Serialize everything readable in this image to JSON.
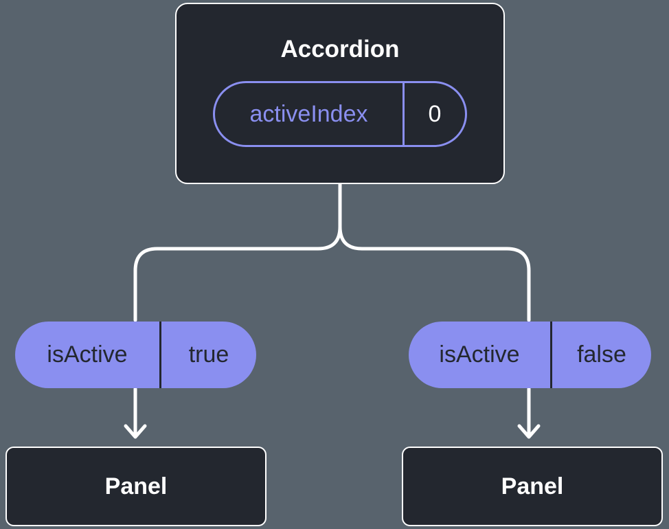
{
  "colors": {
    "background": "#58636D",
    "node_fill": "#23272F",
    "node_border": "#FFFFFF",
    "accent_purple": "#8A8FF0",
    "pill_dark_text": "#23272F",
    "connector_line": "#FFFFFF"
  },
  "tree": {
    "root": {
      "title": "Accordion",
      "state": {
        "name": "activeIndex",
        "value": "0"
      }
    },
    "branches": [
      {
        "prop": {
          "name": "isActive",
          "value": "true"
        },
        "child": {
          "title": "Panel"
        }
      },
      {
        "prop": {
          "name": "isActive",
          "value": "false"
        },
        "child": {
          "title": "Panel"
        }
      }
    ]
  }
}
